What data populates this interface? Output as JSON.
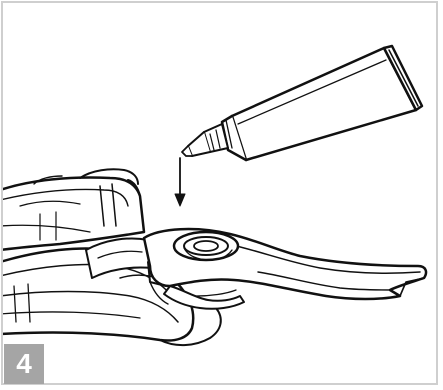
{
  "step": {
    "number": "4"
  },
  "colors": {
    "line": "#111111",
    "frame": "#cfcfcf",
    "badge": "#a5a5a5",
    "badge_text": "#ffffff"
  },
  "illustration": {
    "subject": "pruning-shears-lubrication",
    "parts": [
      "lubricant-tube",
      "tube-nozzle",
      "drop-arrow",
      "pivot-bolt",
      "upper-blade",
      "lower-handle"
    ]
  }
}
